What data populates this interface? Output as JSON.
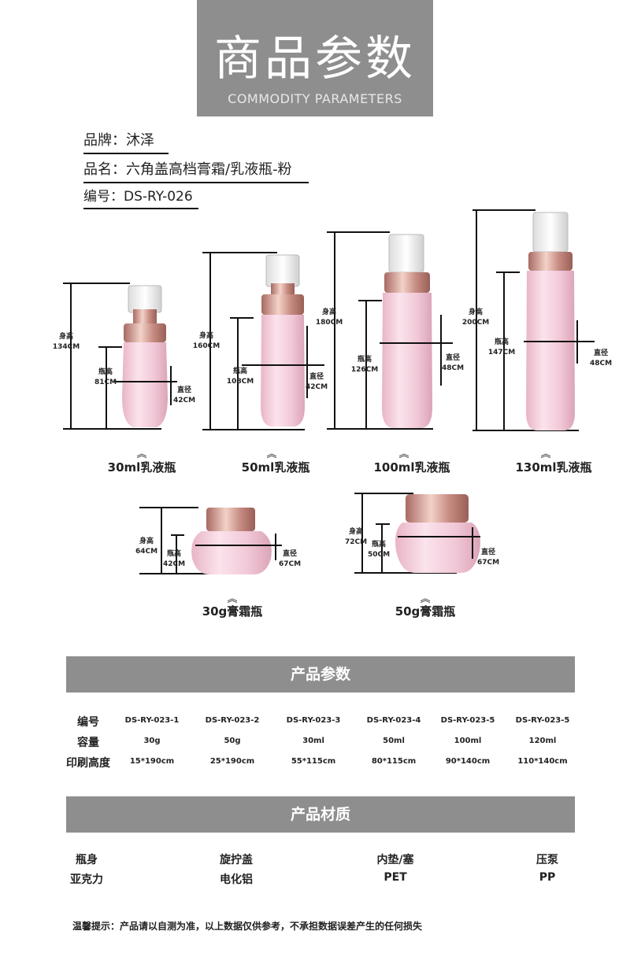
{
  "header": {
    "title": "商品参数",
    "subtitle": "COMMODITY PARAMETERS"
  },
  "info": {
    "brand": "品牌：沐泽",
    "name": "品名：六角盖高档膏霜/乳液瓶-粉",
    "code": "编号：DS-RY-026"
  },
  "bottles": [
    {
      "label": "30ml乳液瓶",
      "body_height": [
        "身高",
        "134CM"
      ],
      "bottle_height": [
        "瓶高",
        "81CM"
      ],
      "diameter": [
        "直径",
        "42CM"
      ]
    },
    {
      "label": "50ml乳液瓶",
      "body_height": [
        "身高",
        "160CM"
      ],
      "bottle_height": [
        "瓶高",
        "108CM"
      ],
      "diameter": [
        "直径",
        "42CM"
      ]
    },
    {
      "label": "100ml乳液瓶",
      "body_height": [
        "身高",
        "180CM"
      ],
      "bottle_height": [
        "瓶高",
        "126CM"
      ],
      "diameter": [
        "直径",
        "48CM"
      ]
    },
    {
      "label": "130ml乳液瓶",
      "body_height": [
        "身高",
        "200CM"
      ],
      "bottle_height": [
        "瓶高",
        "147CM"
      ],
      "diameter": [
        "直径",
        "48CM"
      ]
    },
    {
      "label": "30g膏霜瓶",
      "body_height": [
        "身高",
        "64CM"
      ],
      "bottle_height": [
        "瓶高",
        "42CM"
      ],
      "diameter": [
        "直径",
        "67CM"
      ]
    },
    {
      "label": "50g膏霜瓶",
      "body_height": [
        "身高",
        "72CM"
      ],
      "bottle_height": [
        "瓶高",
        "50CM"
      ],
      "diameter": [
        "直径",
        "67CM"
      ]
    }
  ],
  "params": {
    "title": "产品参数",
    "row_labels": [
      "编号",
      "容量",
      "印刷高度"
    ],
    "columns": [
      [
        "DS-RY-023-1",
        "30g",
        "15*190cm"
      ],
      [
        "DS-RY-023-2",
        "50g",
        "25*190cm"
      ],
      [
        "DS-RY-023-3",
        "30ml",
        "55*115cm"
      ],
      [
        "DS-RY-023-4",
        "50ml",
        "80*115cm"
      ],
      [
        "DS-RY-023-5",
        "100ml",
        "90*140cm"
      ],
      [
        "DS-RY-023-5",
        "120ml",
        "110*140cm"
      ]
    ]
  },
  "materials": {
    "title": "产品材质",
    "headers": [
      "瓶身",
      "旋拧盖",
      "内垫/塞",
      "压泵"
    ],
    "values": [
      "亚克力",
      "电化铝",
      "PET",
      "PP"
    ]
  },
  "note": "温馨提示：产品请以自测为准，以上数据仅供参考，不承担数据误差产生的任何损失",
  "colors": {
    "header_bg": "#8e8e8e",
    "bottle_pink": "#f2cfdc",
    "cap_rose_gold": "#c98a82"
  }
}
